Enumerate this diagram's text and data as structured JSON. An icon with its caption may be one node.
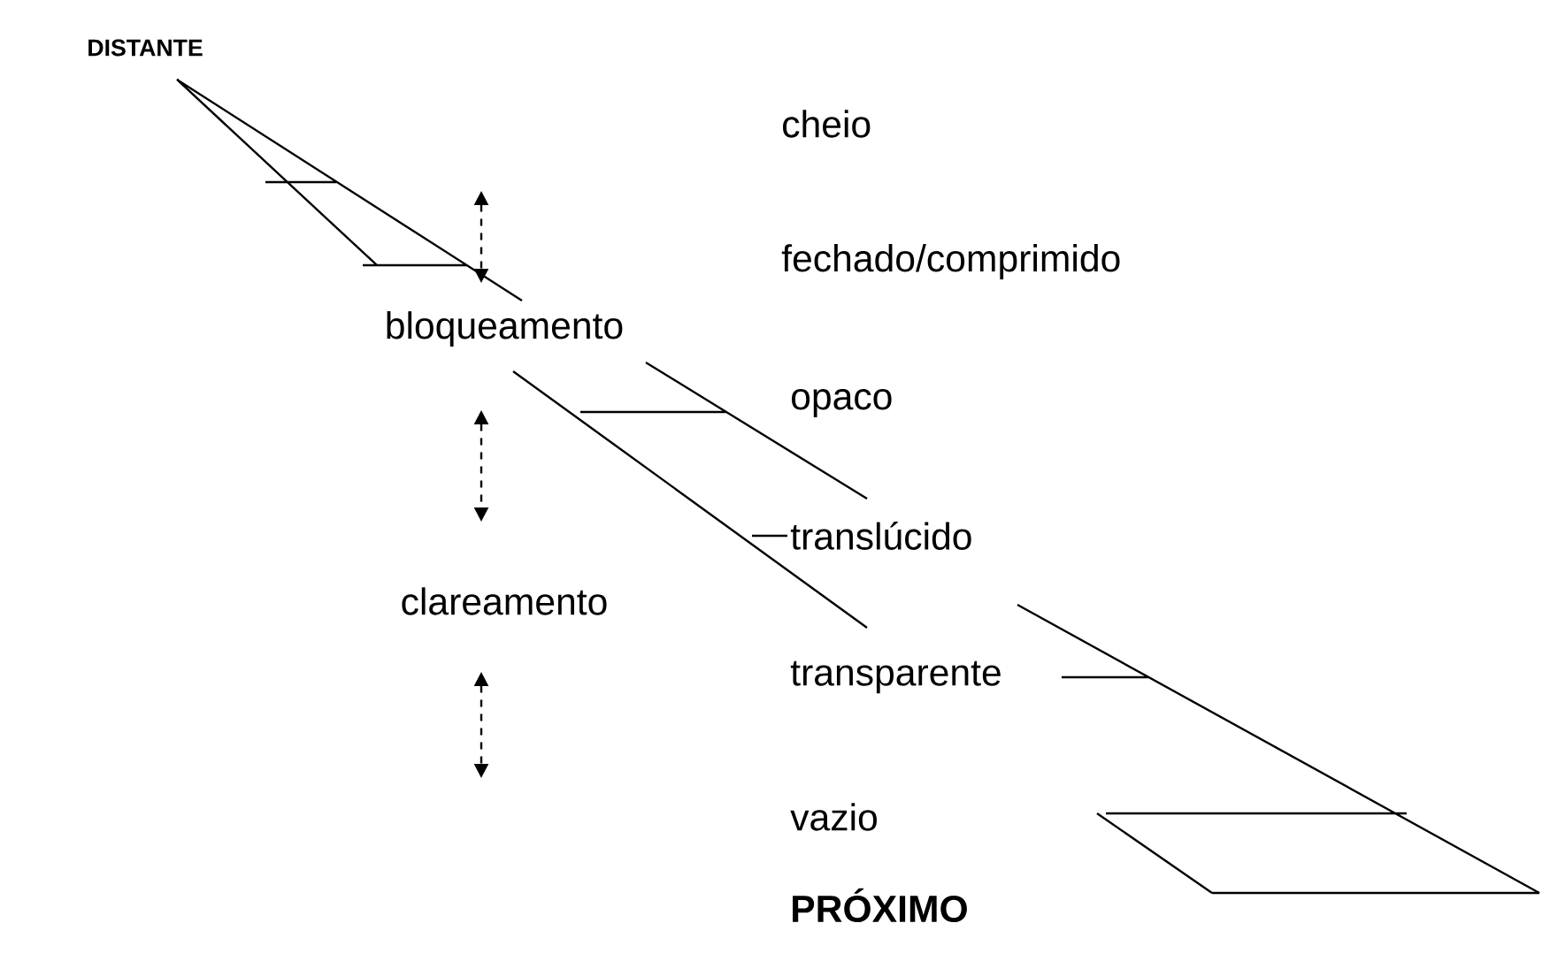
{
  "diagram": {
    "labels": [
      "DISTANTE",
      "cheio",
      "fechado/comprimido",
      "bloqueamento",
      "opaco",
      "translúcido",
      "clareamento",
      "transparente",
      "vazio",
      "PRÓXIMO"
    ]
  }
}
